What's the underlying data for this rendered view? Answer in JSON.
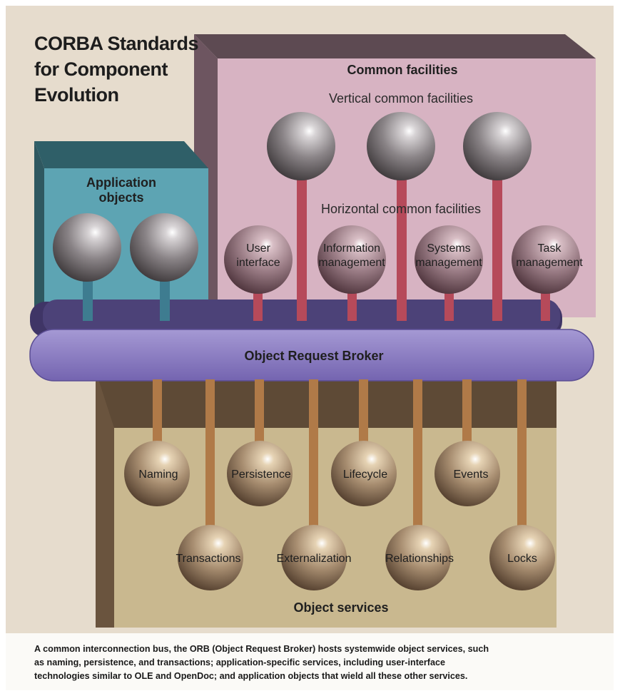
{
  "title_lines": [
    "CORBA Standards",
    "for Component",
    "Evolution"
  ],
  "common_facilities": {
    "title": "Common facilities",
    "vertical_label": "Vertical common facilities",
    "horizontal_label": "Horizontal common facilities",
    "horizontal_items": [
      [
        "User",
        "interface"
      ],
      [
        "Information",
        "management"
      ],
      [
        "Systems",
        "management"
      ],
      [
        "Task",
        "management"
      ]
    ]
  },
  "application_objects": {
    "lines": [
      "Application",
      "objects"
    ]
  },
  "orb": {
    "label": "Object Request Broker"
  },
  "object_services": {
    "title": "Object services",
    "row1": [
      "Naming",
      "Persistence",
      "Lifecycle",
      "Events"
    ],
    "row2": [
      "Transactions",
      "Externalization",
      "Relationships",
      "Locks"
    ]
  },
  "caption_lines": [
    "A common interconnection bus, the ORB (Object Request Broker) hosts systemwide object services, such",
    "as naming, persistence, and transactions; application-specific services, including user-interface",
    "technologies similar to OLE and OpenDoc; and application objects that wield all these other services."
  ],
  "colors": {
    "background": "#e6dccd",
    "facilities_box": "#d7b3c2",
    "app_box": "#5da4b3",
    "orb": "#8d7fc0",
    "services_box": "#c9b88f"
  }
}
